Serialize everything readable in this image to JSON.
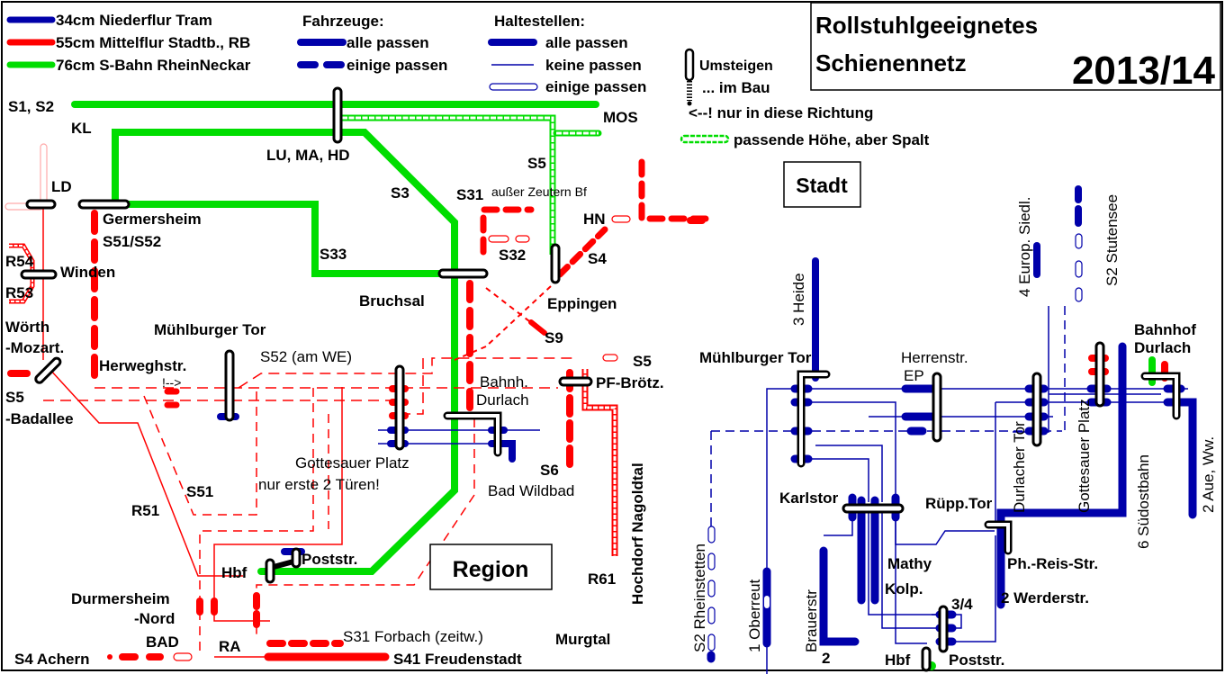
{
  "title": {
    "line1": "Rollstuhlgeeignetes",
    "line2": "Schienennetz",
    "year": "2013/14"
  },
  "colors": {
    "tram": "#0000aa",
    "stadtbahn": "#ff0000",
    "sbahn_rn": "#00dd00",
    "black": "#000000"
  },
  "legend": {
    "platform_heights": [
      {
        "label": "34cm Niederflur Tram",
        "color": "#0000aa"
      },
      {
        "label": "55cm Mittelflur Stadtb., RB",
        "color": "#ff0000"
      },
      {
        "label": "76cm S-Bahn RheinNeckar",
        "color": "#00dd00"
      }
    ],
    "vehicles": {
      "heading": "Fahrzeuge:",
      "all": "alle passen",
      "some": "einige passen"
    },
    "stops": {
      "heading": "Haltestellen:",
      "all": "alle passen",
      "none": "keine passen",
      "some": "einige passen"
    },
    "transfer": "Umsteigen",
    "under_construction": "... im Bau",
    "one_way": "<--! nur in diese Richtung",
    "gap": "passende Höhe, aber Spalt"
  },
  "region": {
    "box_label": "Region",
    "labels": {
      "s1s2": "S1, S2",
      "kl": "KL",
      "lu_ma_hd": "LU, MA, HD",
      "mos": "MOS",
      "s5_top": "S5",
      "s3": "S3",
      "s31": "S31",
      "ausser_zeutern": "außer Zeutern Bf",
      "hn": "HN",
      "s33": "S33",
      "s32": "S32",
      "s4": "S4",
      "bruchsal": "Bruchsal",
      "eppingen": "Eppingen",
      "s9": "S9",
      "ld": "LD",
      "germersheim": "Germersheim",
      "s51s52": "S51/S52",
      "r54": "R54",
      "winden": "Winden",
      "r53": "R53",
      "woerth": "Wörth",
      "mozart": "-Mozart.",
      "muehlburger_tor": "Mühlburger Tor",
      "s52_we": "S52 (am WE)",
      "herweghstr": "Herweghstr.",
      "arrow": "!-->",
      "s5_left": "S5",
      "badallee": "-Badallee",
      "s5_right": "S5",
      "pf_broetz": "PF-Brötz.",
      "bahnh": "Bahnh.",
      "durlach": "Durlach",
      "gottesauer_platz": "Gottesauer Platz",
      "nur_erste": "nur erste 2 Türen!",
      "s6": "S6",
      "bad_wildbad": "Bad Wildbad",
      "s51": "S51",
      "r51": "R51",
      "hbf": "Hbf",
      "poststr": "Poststr.",
      "hochdorf": "Hochdorf Nagoldtal",
      "r61": "R61",
      "durmersheim": "Durmersheim",
      "nord": "-Nord",
      "bad": "BAD",
      "ra": "RA",
      "s31_forbach": "S31 Forbach (zeitw.)",
      "murgtal": "Murgtal",
      "s4_achern": "S4 Achern",
      "s41_freudenstadt": "S41 Freudenstadt"
    }
  },
  "stadt": {
    "box_label": "Stadt",
    "labels": {
      "heide": "3 Heide",
      "europ_siedl": "4 Europ. Siedl.",
      "stutensee": "S2 Stutensee",
      "muehlburger_tor": "Mühlburger Tor",
      "herrenstr": "Herrenstr.",
      "ep": "EP",
      "durlacher_tor": "Durlacher Tor",
      "gottesauer_platz": "Gottesauer Platz",
      "bahnhof": "Bahnhof",
      "durlach": "Durlach",
      "suedostbahn": "6 Südostbahn",
      "aue": "2 Aue, Ww.",
      "karlstor": "Karlstor",
      "ruepp_tor": "Rüpp.Tor",
      "ph_reis": "Ph.-Reis-Str.",
      "werderstr": "2 Werderstr.",
      "rheinstetten": "S2 Rheinstetten",
      "oberreut": "1 Oberreut",
      "brauerstr": "Brauerstr",
      "two": "2",
      "mathy": "Mathy",
      "kolp": "Kolp.",
      "three_four": "3/4",
      "hbf": "Hbf",
      "poststr": "Poststr."
    }
  }
}
